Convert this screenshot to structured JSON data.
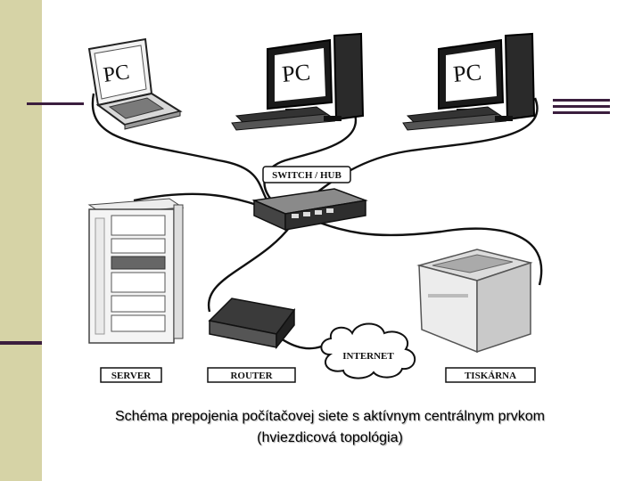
{
  "diagram": {
    "nodes": {
      "laptop": "PC",
      "desktop1": "PC",
      "desktop2": "PC",
      "switch": "SWITCH / HUB",
      "server": "SERVER",
      "router": "ROUTER",
      "internet": "INTERNET",
      "printer": "TISKÁRNA"
    }
  },
  "caption": {
    "line1": "Schéma prepojenia počítačovej siete s aktívnym centrálnym prvkom",
    "line2": "(hviezdicová topológia)"
  },
  "colors": {
    "sidebar": "#d6d3a6",
    "accent_line": "#3b1e3e"
  }
}
